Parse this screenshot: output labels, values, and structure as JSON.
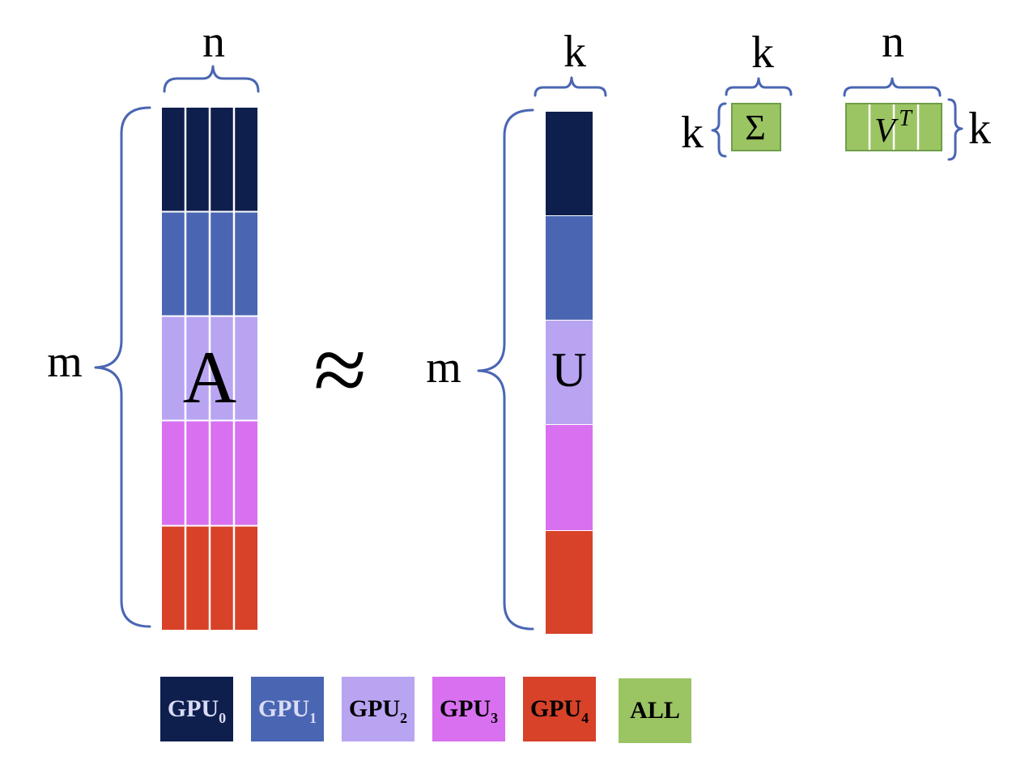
{
  "colors": {
    "gpu0": "#0e1f4e",
    "gpu1": "#4a66b3",
    "gpu2": "#b9a4f2",
    "gpu3": "#d870f0",
    "gpu4": "#d74229",
    "all": "#9bc463",
    "brace": "#4a66b3",
    "all_border": "#6f9f48"
  },
  "labels": {
    "n_top_A": "n",
    "m_left_A": "m",
    "matrix_A": "A",
    "approx": "≈",
    "k_top_U": "k",
    "m_left_U": "m",
    "matrix_U": "U",
    "k_top_sigma": "k",
    "k_left_sigma": "k",
    "matrix_sigma": "Σ",
    "n_top_vt": "n",
    "matrix_vt": "V",
    "matrix_vt_sup": "T",
    "k_right_vt": "k"
  },
  "legend": [
    {
      "base": "GPU",
      "sub": "0",
      "color_key": "gpu0",
      "text_color": "#d9dcf5"
    },
    {
      "base": "GPU",
      "sub": "1",
      "color_key": "gpu1",
      "text_color": "#d9dcf5"
    },
    {
      "base": "GPU",
      "sub": "2",
      "color_key": "gpu2",
      "text_color": "#000000"
    },
    {
      "base": "GPU",
      "sub": "3",
      "color_key": "gpu3",
      "text_color": "#000000"
    },
    {
      "base": "GPU",
      "sub": "4",
      "color_key": "gpu4",
      "text_color": "#000000"
    },
    {
      "base": "ALL",
      "sub": "",
      "color_key": "all",
      "text_color": "#000000"
    }
  ]
}
